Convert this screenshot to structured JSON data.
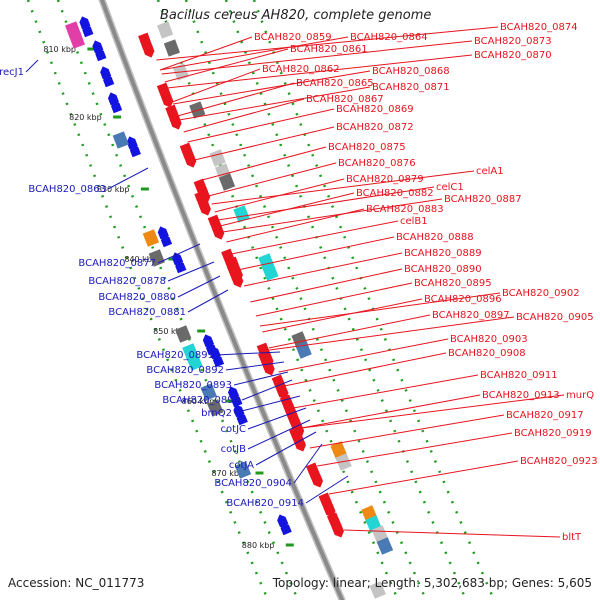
{
  "title": "Bacillus cereus AH820, complete genome",
  "footer": {
    "accession_label": "Accession:",
    "accession": "NC_011773",
    "topology_label": "Topology:",
    "topology": "linear",
    "length_label": "Length:",
    "length": "5,302,683 bp",
    "genes_label": "Genes:",
    "genes": "5,605"
  },
  "scale_ticks": [
    "810 kbp",
    "820 kbp",
    "830 kbp",
    "840 kbp",
    "850 kbp",
    "860 kbp",
    "870 kbp",
    "880 kbp"
  ],
  "colors": {
    "backbone": "#8a8a8a",
    "forward_strand": "#e8141e",
    "reverse_strand": "#1414e0",
    "ticks": "#1e9b1e",
    "right_labels": "#e8141e",
    "left_labels": "#1a1ab8",
    "cog_magenta": "#e23ea8",
    "cog_orange": "#ee8a14",
    "cog_cyan": "#22d4d4",
    "cog_steel": "#4a7ab4",
    "cog_grey": "#6a6a6a",
    "cog_lightgrey": "#c4c4c4"
  },
  "left_labels": [
    "recJ1",
    "BCAH820_0863",
    "BCAH820_0877",
    "BCAH820_0878",
    "BCAH820_0880",
    "BCAH820_0881",
    "BCAH820_0891",
    "BCAH820_0892",
    "BCAH820_0893",
    "BCAH820_0894",
    "brnQ2",
    "cotJC",
    "cotJB",
    "cotJA",
    "BCAH820_0904",
    "BCAH820_0914"
  ],
  "right_labels": [
    "BCAH820_0874",
    "BCAH820_0859",
    "BCAH820_0864",
    "BCAH820_0873",
    "BCAH820_0861",
    "BCAH820_0870",
    "BCAH820_0862",
    "BCAH820_0868",
    "BCAH820_0865",
    "BCAH820_0871",
    "BCAH820_0867",
    "BCAH820_0869",
    "BCAH820_0872",
    "BCAH820_0875",
    "BCAH820_0876",
    "celA1",
    "BCAH820_0879",
    "celC1",
    "BCAH820_0882",
    "BCAH820_0887",
    "BCAH820_0883",
    "celB1",
    "BCAH820_0888",
    "BCAH820_0889",
    "BCAH820_0890",
    "BCAH820_0895",
    "BCAH820_0902",
    "BCAH820_0896",
    "BCAH820_0897",
    "BCAH820_0905",
    "BCAH820_0903",
    "BCAH820_0908",
    "BCAH820_0911",
    "BCAH820_0913",
    "murQ",
    "BCAH820_0917",
    "BCAH820_0919",
    "BCAH820_0923",
    "bltT"
  ]
}
